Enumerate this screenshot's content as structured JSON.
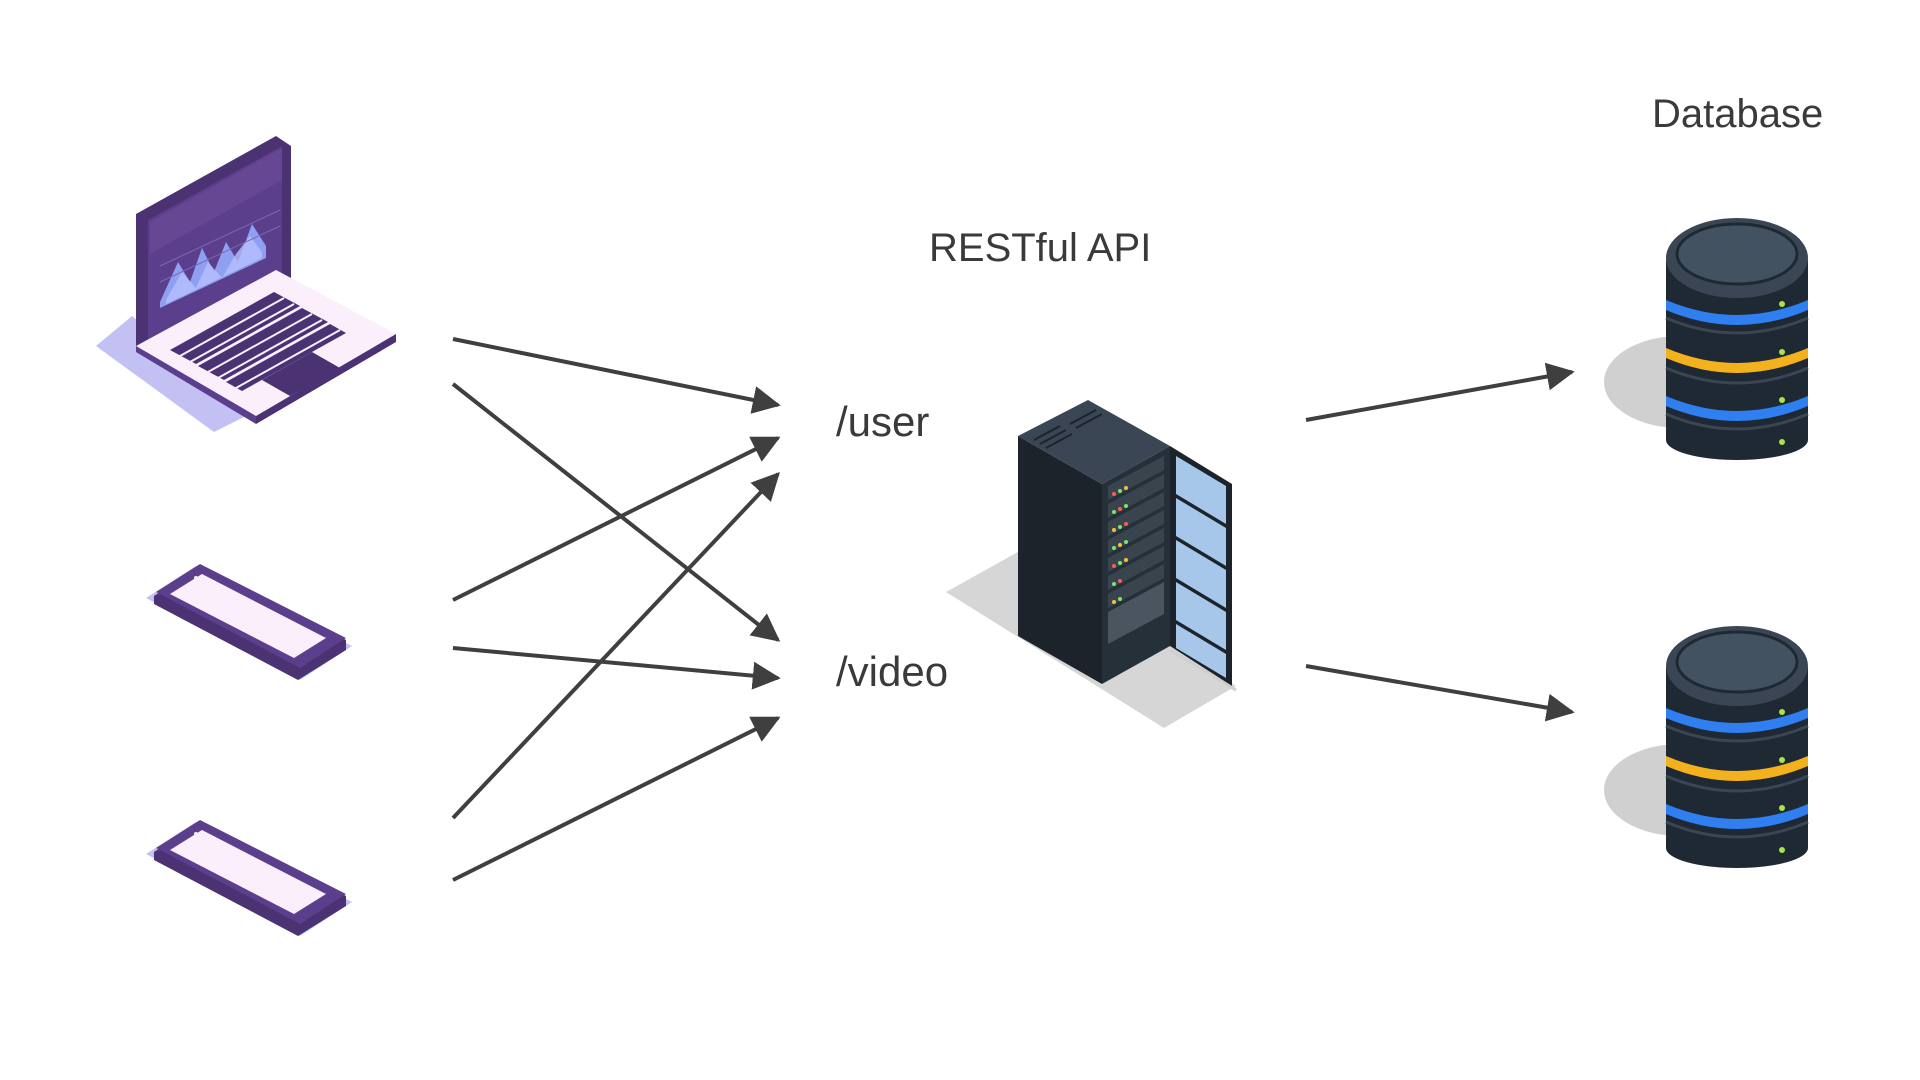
{
  "labels": {
    "database": "Database",
    "restful_api": "RESTful API",
    "endpoint_user": "/user",
    "endpoint_video": "/video"
  },
  "colors": {
    "arrow": "#3f3f3f",
    "device_purple": "#4a3273",
    "screen_fill": "#fbeffc",
    "db_blue": "#2f7ff0",
    "db_yellow": "#f3b21d",
    "server_body": "#1e2730"
  },
  "icons": {
    "clients": [
      "laptop-icon",
      "phone-icon",
      "phone-icon"
    ],
    "server": "server-rack-icon",
    "databases": [
      "database-icon",
      "database-icon"
    ]
  }
}
